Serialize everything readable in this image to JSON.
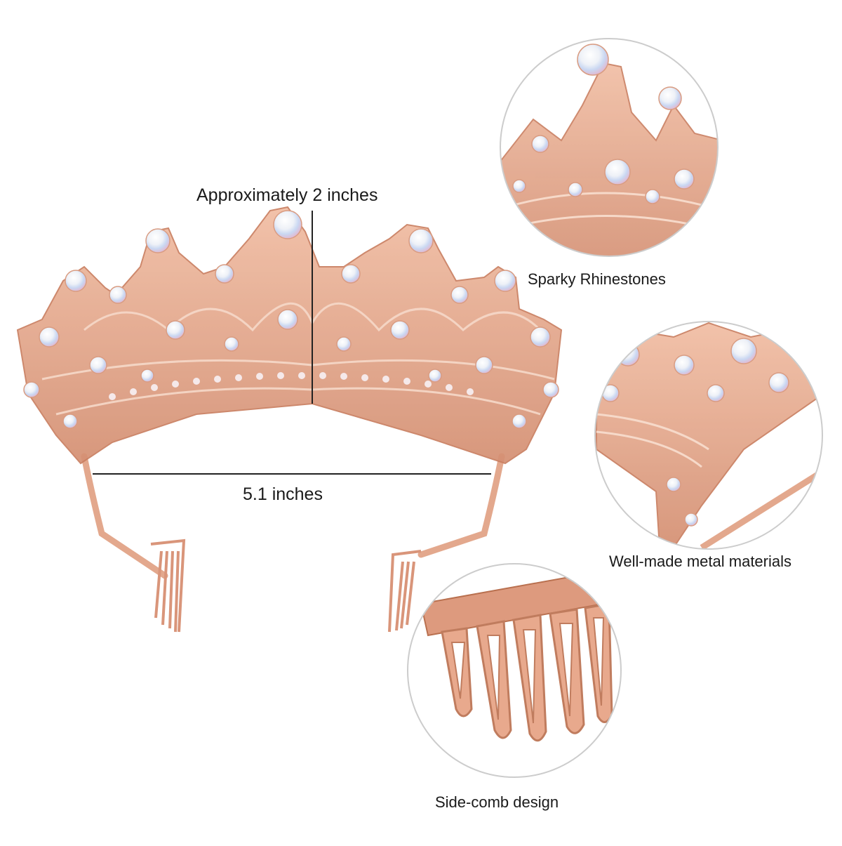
{
  "product": {
    "subject": "rose gold crystal tiara with side combs",
    "colors": {
      "metal": "#e7a98e",
      "metal_dark": "#c98266",
      "stone": "#f3f0f6",
      "accent_blue": "#9db7e8",
      "accent_pink": "#efb7cf"
    }
  },
  "dimensions": {
    "height_label": "Approximately 2 inches",
    "width_label": "5.1 inches"
  },
  "features": [
    {
      "label": "Sparky Rhinestones"
    },
    {
      "label": "Well-made metal materials"
    },
    {
      "label": "Side-comb design"
    }
  ]
}
